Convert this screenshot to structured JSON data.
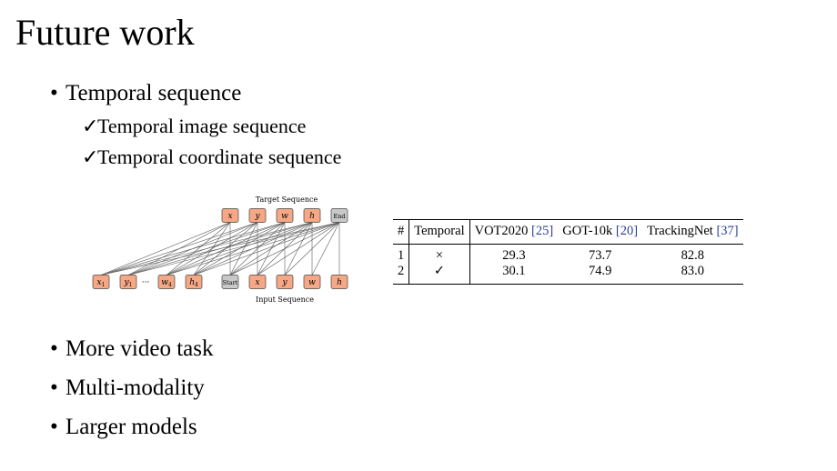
{
  "slide": {
    "title": "Future work",
    "bullets": [
      {
        "text": "Temporal sequence"
      },
      {
        "text": "More video task"
      },
      {
        "text": "Multi-modality"
      },
      {
        "text": "Larger models"
      }
    ],
    "sub_bullets": [
      {
        "text": "Temporal image sequence"
      },
      {
        "text": "Temporal coordinate sequence"
      }
    ],
    "bullet_glyph": "•",
    "check_glyph": "✓"
  },
  "diagram": {
    "target_label": "Target Sequence",
    "input_label": "Input Sequence",
    "target_tokens": [
      "x",
      "y",
      "w",
      "h",
      "End"
    ],
    "input_tokens": [
      "x1",
      "y1",
      "w4",
      "h4",
      "Start",
      "x",
      "y",
      "w",
      "h"
    ],
    "ellipsis": "···",
    "token_color": "#f4a886",
    "special_token_color": "#c8c8c8"
  },
  "table": {
    "headers": [
      {
        "text": "#"
      },
      {
        "text": "Temporal"
      },
      {
        "text": "VOT2020",
        "ref": "[25]"
      },
      {
        "text": "GOT-10k",
        "ref": "[20]"
      },
      {
        "text": "TrackingNet",
        "ref": "[37]"
      }
    ],
    "rows": [
      {
        "num": "1",
        "temporal": "×",
        "vot": "29.3",
        "got": "73.7",
        "tn": "82.8"
      },
      {
        "num": "2",
        "temporal": "✓",
        "vot": "30.1",
        "got": "74.9",
        "tn": "83.0"
      }
    ],
    "ref_color": "#2c3e9c"
  }
}
